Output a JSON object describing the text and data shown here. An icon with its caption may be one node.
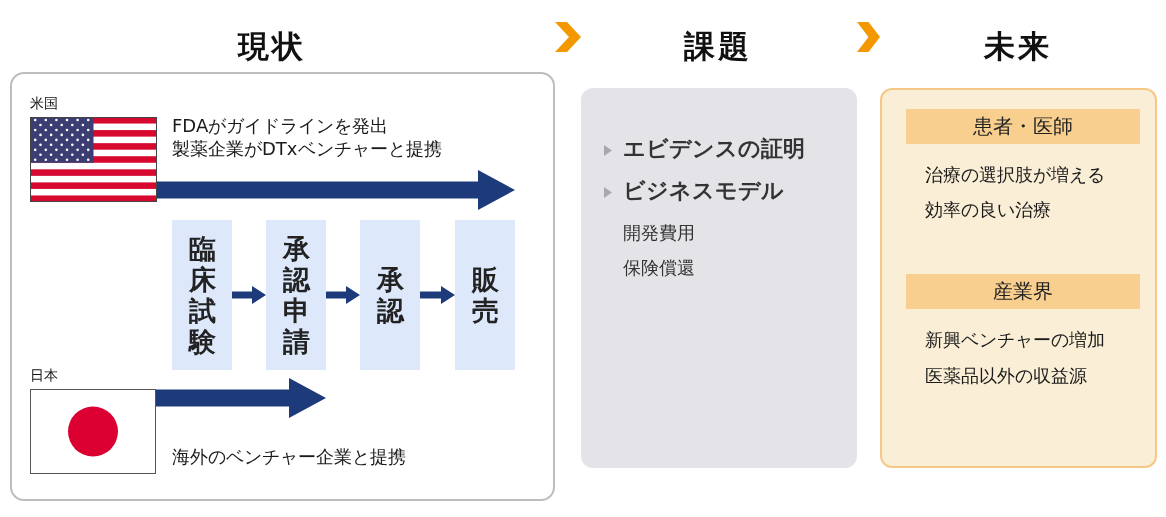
{
  "diagram": {
    "nodes": [
      {
        "text": [
          "現状"
        ]
      },
      {
        "text": [
          "米国"
        ],
        "in": 0,
        "beside": [
          "FDAがガイドラインを発出",
          "製薬企業がDTxベンチャーと提携"
        ]
      },
      {
        "text": [
          "臨床試験"
        ],
        "in": 0
      },
      {
        "text": [
          "承認申請"
        ],
        "in": 0
      },
      {
        "text": [
          "承認"
        ],
        "in": 0
      },
      {
        "text": [
          "販売"
        ],
        "in": 0
      },
      {
        "text": [
          "日本"
        ],
        "in": 0,
        "beside": [
          "海外のベンチャー企業と提携"
        ]
      },
      {
        "text": [
          "課題",
          "エビデンスの証明",
          "ビジネスモデル",
          "開発費用",
          "保険償還"
        ]
      },
      {
        "text": [
          "未来"
        ]
      },
      {
        "text": [
          "患者・医師"
        ],
        "in": 8,
        "beside": [
          "治療の選択肢が増える",
          "効率の良い治療"
        ]
      },
      {
        "text": [
          "産業界"
        ],
        "in": 8,
        "beside": [
          "新興ベンチャーの増加",
          "医薬品以外の収益源"
        ]
      }
    ],
    "edges": [
      {
        "from": 0,
        "to": 7,
        "arrow": "to",
        "color": "#f39800"
      },
      {
        "from": 7,
        "to": 8,
        "arrow": "to",
        "color": "#f39800"
      },
      {
        "from": 1,
        "to": 5,
        "arrow": "to",
        "style": "thick"
      },
      {
        "from": 2,
        "to": 3,
        "arrow": "to"
      },
      {
        "from": 3,
        "to": 4,
        "arrow": "to"
      },
      {
        "from": 4,
        "to": 5,
        "arrow": "to"
      },
      {
        "from": 6,
        "to": 3,
        "arrow": "to",
        "style": "thick"
      }
    ]
  }
}
